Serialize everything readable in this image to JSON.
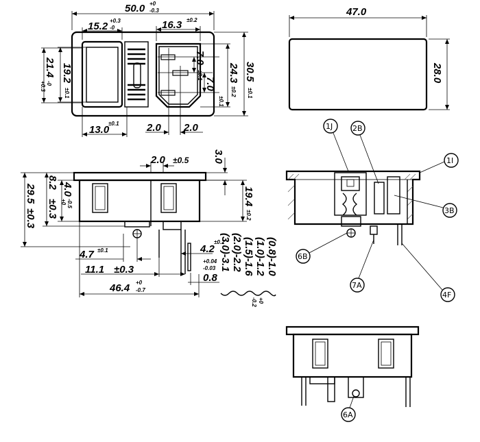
{
  "front_view": {
    "width_main": "50.0",
    "width_main_tol_upper": "+0",
    "width_main_tol_lower": "-0.3",
    "switch_width": "15.2",
    "switch_width_tol_upper": "+0.3",
    "switch_width_tol_lower": "-0",
    "inlet_width": "16.3",
    "inlet_width_tol": "±0.2",
    "switch_height": "19.2",
    "switch_height_tol": "±0.1",
    "body_height_left": "21.4",
    "body_height_left_tol_upper": "+0.3",
    "body_height_left_tol_lower": "-0",
    "pin_spacing_a": "7.0",
    "pin_spacing_a_tol": "±0.1",
    "pin_spacing_b": "7.0",
    "pin_spacing_b_tol": "±0.1",
    "inlet_height": "24.3",
    "inlet_height_tol": "±0.2",
    "overall_height": "30.5",
    "overall_height_tol": "±0.1",
    "switch_offset": "13.0",
    "switch_offset_tol": "±0.1",
    "pin_gap_left": "2.0",
    "pin_gap_right": "2.0"
  },
  "cutout_view": {
    "width": "47.0",
    "height": "28.0"
  },
  "side_view": {
    "flange_gap": "2.0",
    "flange_gap_tol": "±0.5",
    "flange_thickness": "3.0",
    "depth_top": "4.0",
    "depth_top_tol_upper": "+0",
    "depth_top_tol_lower": "-0.5",
    "overall_height": "29.5",
    "overall_height_tol": "±0.3",
    "inner_height": "8.2",
    "inner_height_tol": "±0.3",
    "right_height": "19.4",
    "right_height_tol": "±0.2",
    "pin_offset": "4.7",
    "pin_offset_tol": "±0.1",
    "pin_width": "4.2",
    "pin_width_tol": "±0.2",
    "pin_thickness_tol_upper": "+0.04",
    "pin_thickness_tol_lower": "-0.03",
    "pin_thickness": "0.8",
    "terminal_depth": "11.1",
    "terminal_depth_tol": "±0.3",
    "total_depth": "46.4",
    "total_depth_tol_upper": "+0",
    "total_depth_tol_lower": "-0.7",
    "panel_ranges": [
      "(0.8)-1.0",
      "(1.0)-1.2",
      "(1.5)-1.6",
      "(2.0)-2.2",
      "(3.0)-3.1"
    ],
    "range_tol_upper": "+0",
    "range_tol_lower": "-0.2"
  },
  "callouts": {
    "c1J": "1J",
    "c2B": "2B",
    "c1I": "1I",
    "c3B": "3B",
    "c6B": "6B",
    "c7A": "7A",
    "c4F": "4F",
    "c6A": "6A"
  }
}
